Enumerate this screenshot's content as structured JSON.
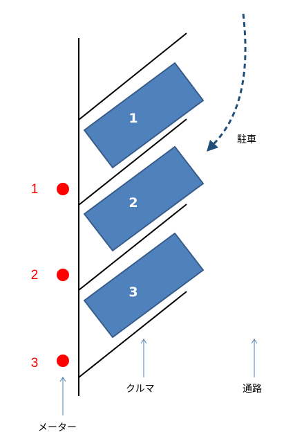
{
  "cars": [
    {
      "label": "1"
    },
    {
      "label": "2"
    },
    {
      "label": "3"
    }
  ],
  "meters": [
    {
      "label": "1"
    },
    {
      "label": "2"
    },
    {
      "label": "3"
    }
  ],
  "labels": {
    "parking": "駐車",
    "car": "クルマ",
    "aisle": "通路",
    "meter": "メーター"
  },
  "colors": {
    "car_fill": "#4f81bd",
    "car_stroke": "#385d8a",
    "meter_dot": "#ff0000",
    "meter_text": "#ff0000",
    "arrow_dashed": "#1f4e79",
    "pointer_arrow": "#4f7fb0",
    "line": "#000000"
  }
}
